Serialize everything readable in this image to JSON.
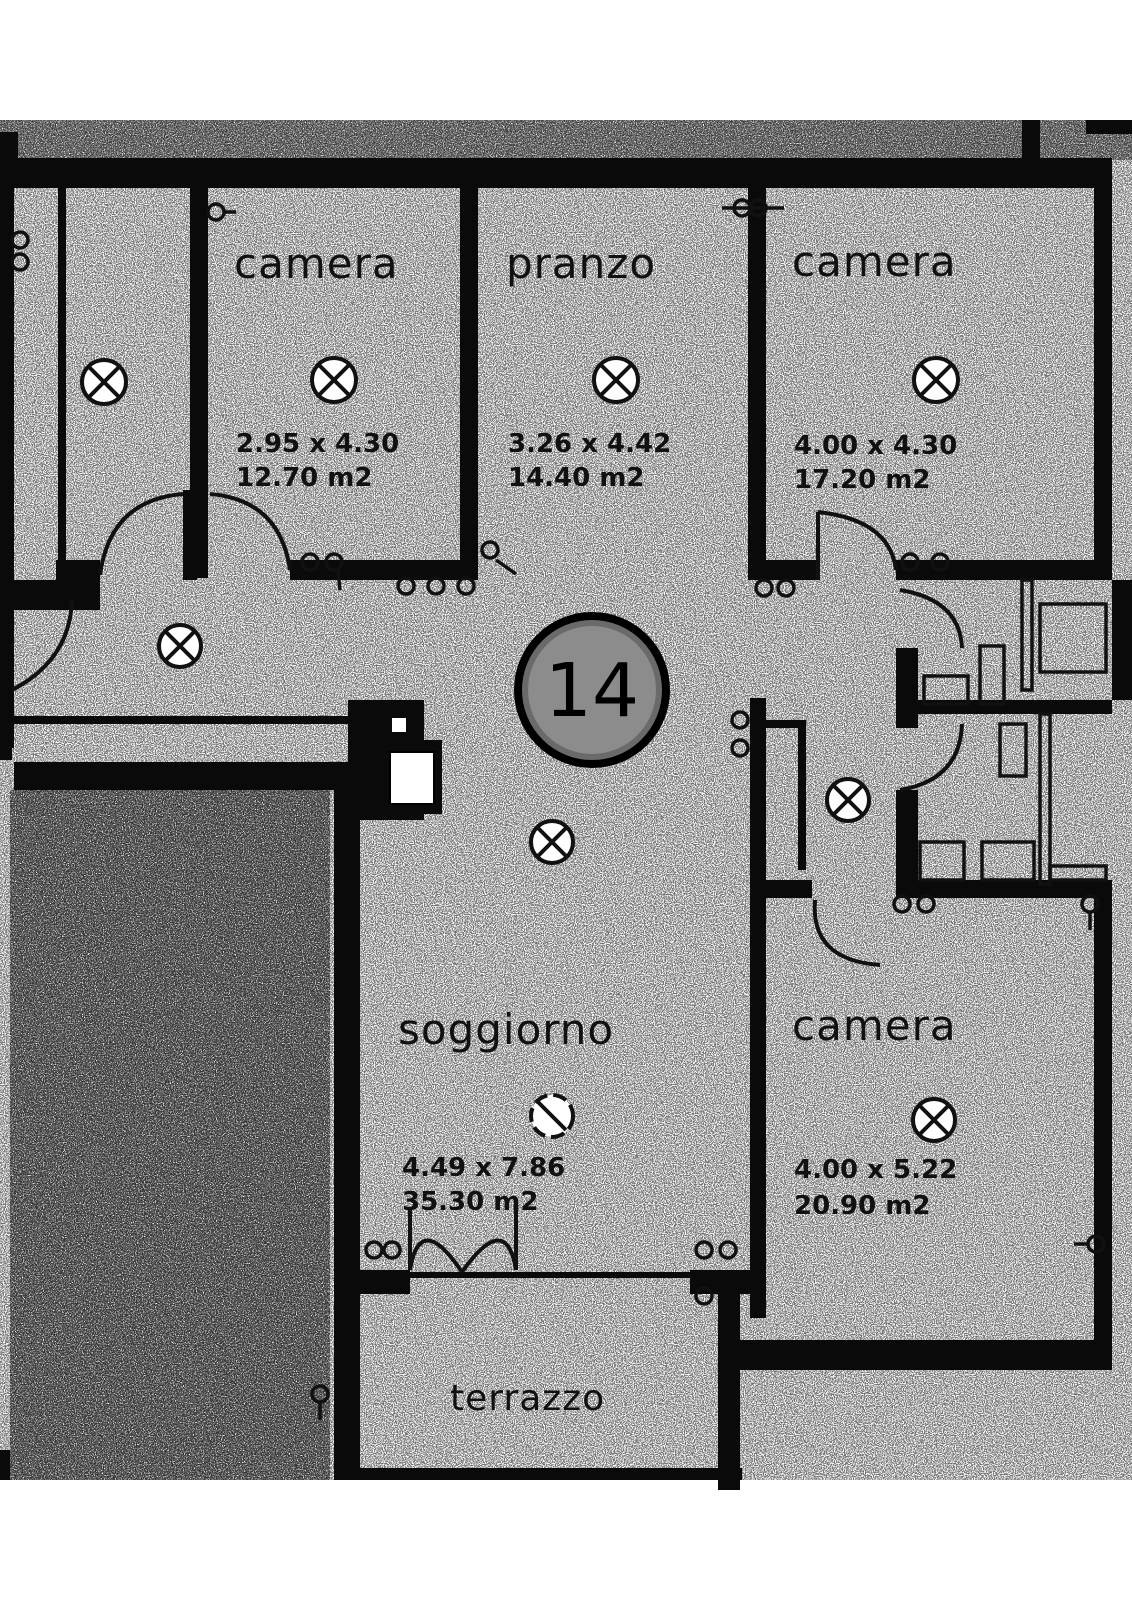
{
  "unit": {
    "number": "14"
  },
  "rooms": [
    {
      "id": "camera-1",
      "name": "camera",
      "dims": "2.95 x 4.30",
      "area": "12.70 m2"
    },
    {
      "id": "pranzo",
      "name": "pranzo",
      "dims": "3.26 x 4.42",
      "area": "14.40 m2"
    },
    {
      "id": "camera-2",
      "name": "camera",
      "dims": "4.00 x 4.30",
      "area": "17.20 m2"
    },
    {
      "id": "soggiorno",
      "name": "soggiorno",
      "dims": "4.49 x 7.86",
      "area": "35.30 m2"
    },
    {
      "id": "camera-3",
      "name": "camera",
      "dims": "4.00 x 5.22",
      "area": "20.90 m2"
    },
    {
      "id": "terrazzo",
      "name": "terrazzo"
    }
  ],
  "colors": {
    "ink": "#0a0a0a",
    "paper": "#ffffff",
    "speckle": "#444444"
  },
  "icons": [
    "ceiling-light-icon",
    "door-swing-icon",
    "socket-icon",
    "bathroom-fixture-icon"
  ]
}
